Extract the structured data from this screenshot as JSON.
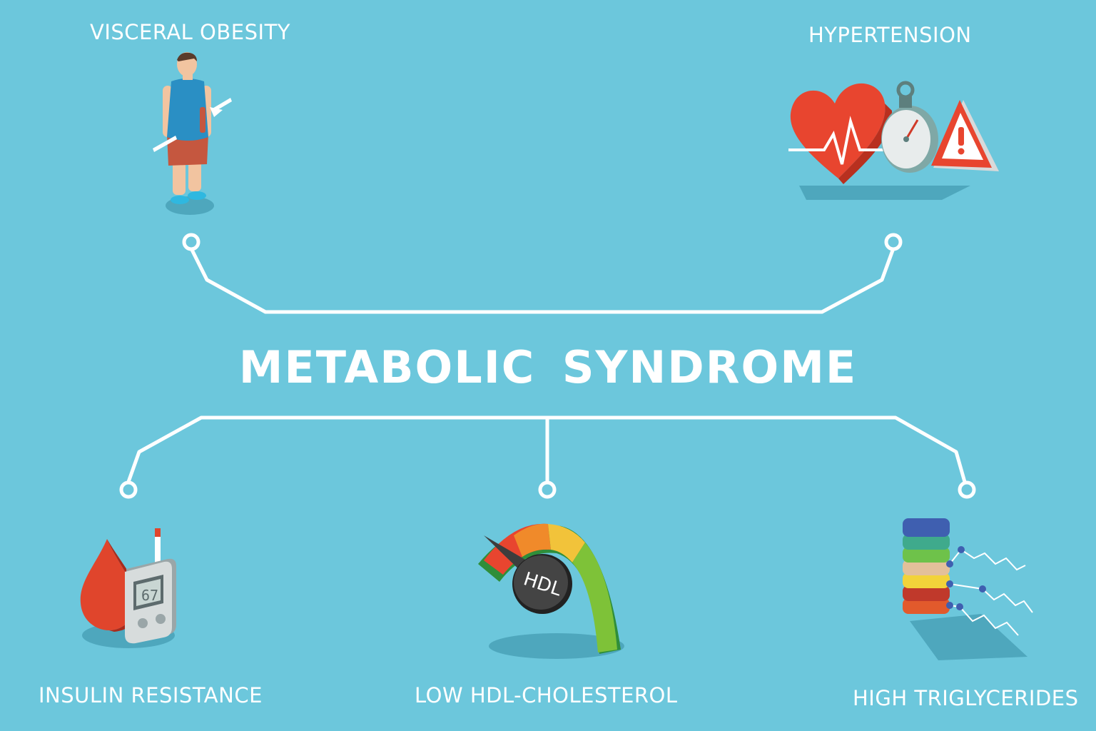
{
  "title": "METABOLIC SYNDROME",
  "factors": {
    "visceral_obesity": "VISCERAL OBESITY",
    "hypertension": "HYPERTENSION",
    "insulin_resistance": "INSULIN RESISTANCE",
    "low_hdl": "LOW HDL-CHOLESTEROL",
    "high_triglycerides": "HIGH TRIGLYCERIDES"
  },
  "meter_reading": "67",
  "gauge_label": "HDL",
  "colors": {
    "background": "#6cc7dc",
    "line": "#ffffff",
    "heart": "#e8452f",
    "alert": "#e8452f"
  },
  "icons": [
    "person-icon",
    "heart-icon",
    "stopwatch-icon",
    "warning-icon",
    "blood-drop-icon",
    "glucose-meter-icon",
    "hdl-gauge-icon",
    "lipid-layers-icon"
  ]
}
